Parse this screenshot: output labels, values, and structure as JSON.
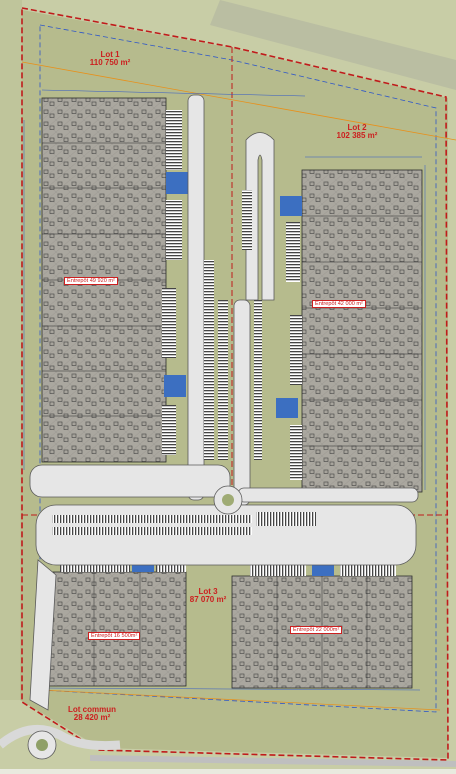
{
  "lots": [
    {
      "name": "Lot 1",
      "area": "110 750 m²"
    },
    {
      "name": "Lot 2",
      "area": "102 385 m²"
    },
    {
      "name": "Lot 3",
      "area": "87 070 m²"
    },
    {
      "name": "Lot commun",
      "area": "28 420 m²"
    }
  ],
  "warehouses": [
    {
      "label": "Entrepôt 49 920 m²"
    },
    {
      "label": "Entrepôt 42 000 m²"
    },
    {
      "label": "Entrepôt 16 500m²"
    },
    {
      "label": "Entrepôt 22 000m²"
    }
  ],
  "colors": {
    "land": "#b7bc8f",
    "road": "#e4e4e4",
    "warehouse": "#a6a39b",
    "dock": "#3c6fc1",
    "boundary": "#c01b1b",
    "setback": "#2f57c8",
    "easement": "#e8901a",
    "label": "#cc1f1f"
  }
}
